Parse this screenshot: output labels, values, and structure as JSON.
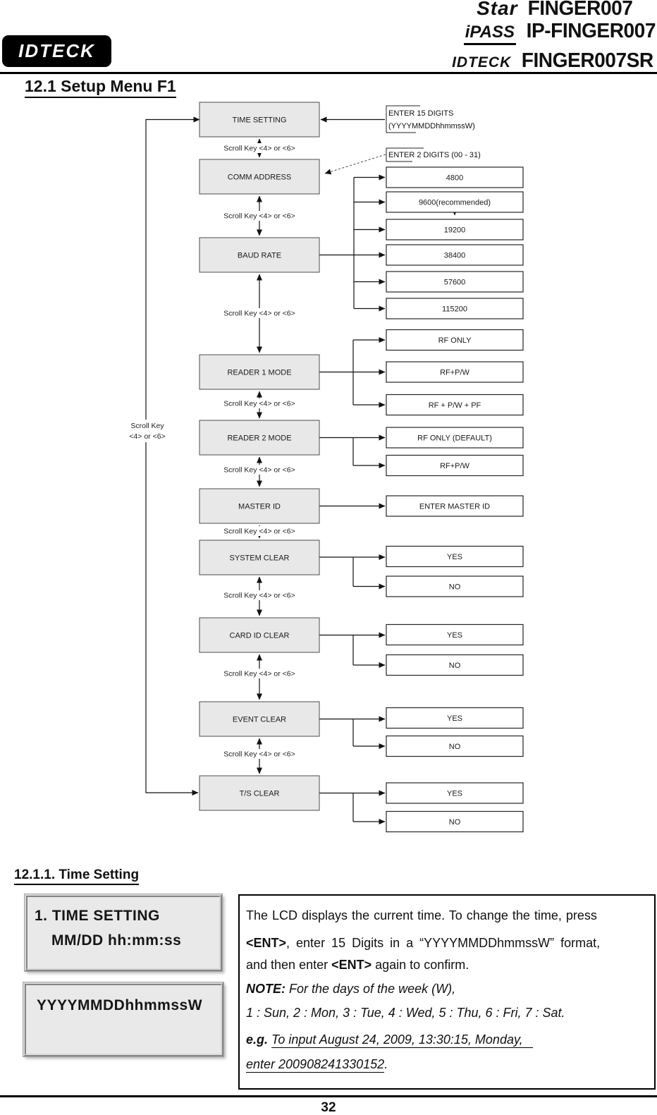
{
  "header": {
    "logo_text": "IDTECK",
    "products": [
      {
        "brand": "Star",
        "model": "FINGER007"
      },
      {
        "brand": "iPASS",
        "model": "IP-FINGER007"
      },
      {
        "brand": "IDTECK",
        "model": "FINGER007SR"
      }
    ]
  },
  "page": {
    "section_title": "12.1 Setup Menu F1",
    "subsection_title": "12.1.1. Time Setting",
    "page_number": "32"
  },
  "flowchart": {
    "scroll_key_label": "Scroll Key <4> or <6>",
    "scroll_key_left_line1": "Scroll Key",
    "scroll_key_left_line2": "<4> or <6>",
    "callout_time_line1": "ENTER 15 DIGITS",
    "callout_time_line2": "(YYYYMMDDhhmmssW)",
    "callout_comm": "ENTER 2 DIGITS (00 - 31)",
    "menu": [
      "TIME SETTING",
      "COMM ADDRESS",
      "BAUD RATE",
      "READER 1 MODE",
      "READER 2 MODE",
      "MASTER ID",
      "SYSTEM CLEAR",
      "CARD ID CLEAR",
      "EVENT CLEAR",
      "T/S CLEAR"
    ],
    "baud_options": [
      "4800",
      "9600(recommended)",
      "19200",
      "38400",
      "57600",
      "115200"
    ],
    "reader1_options": [
      "RF ONLY",
      "RF+P/W",
      "RF + P/W + PF"
    ],
    "reader2_options": [
      "RF ONLY (DEFAULT)",
      "RF+P/W"
    ],
    "master_option": "ENTER MASTER ID",
    "yes": "YES",
    "no": "NO"
  },
  "lcd": {
    "screen1_line1": "1. TIME SETTING",
    "screen1_line2": "MM/DD hh:mm:ss",
    "screen2_line1": "YYYYMMDDhhmmssW"
  },
  "description": {
    "line1": "The LCD displays the current time. To change the time, press",
    "line2_ent": "<ENT>",
    "line2_rest": ", enter 15 Digits in a “YYYYMMDDhmmssW” format,",
    "line3_pre": "and then enter ",
    "line3_ent": "<ENT>",
    "line3_post": " again to confirm.",
    "note_label": "NOTE:",
    "note_text": " For the days of the week (W),",
    "week_line": "1 : Sun, 2 : Mon, 3 : Tue, 4 : Wed, 5 : Thu, 6 : Fri, 7 : Sat.",
    "eg_label": "e.g.",
    "eg_text": "To input August 24, 2009, 13:30:15, Monday,",
    "eg_line2": "enter 200908241330152",
    "eg_period": "."
  }
}
